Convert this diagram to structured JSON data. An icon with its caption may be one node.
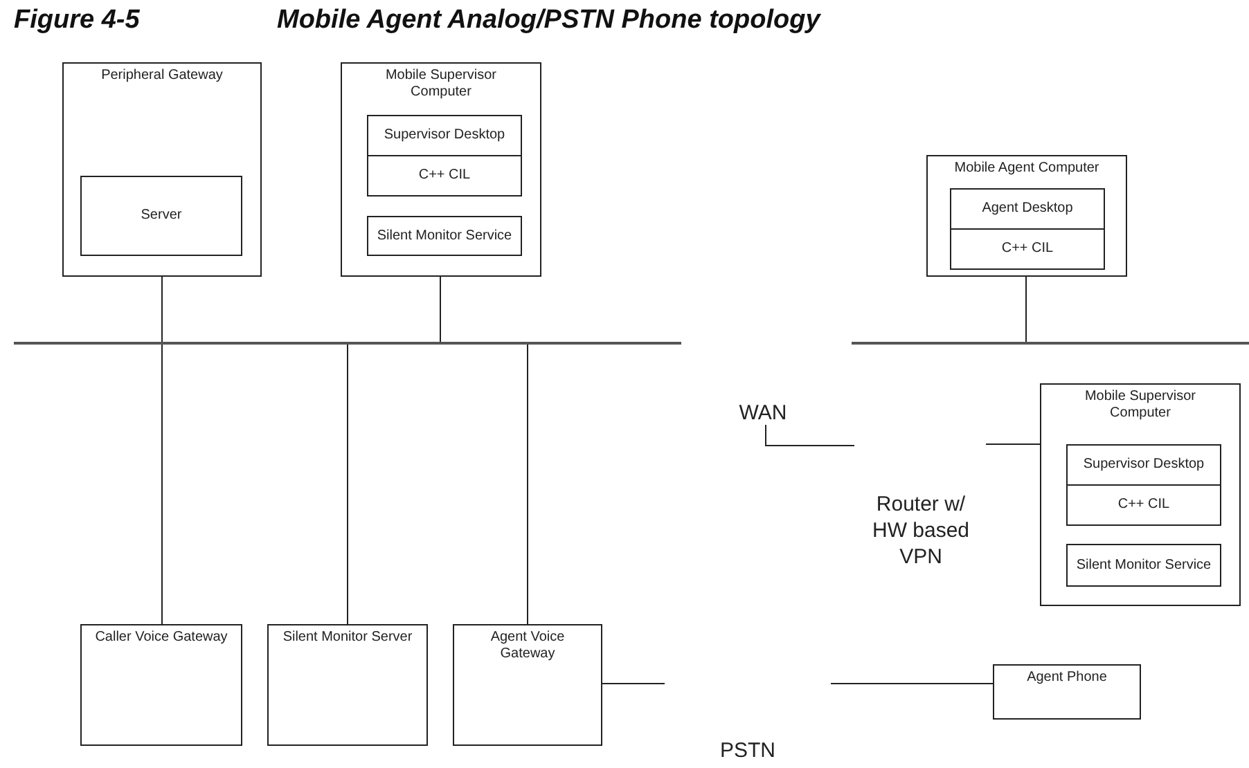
{
  "diagram": {
    "title": "Mobile Agent Analog/PSTN Phone topology",
    "nodes": [
      {
        "text": [
          "Peripheral Gateway"
        ]
      },
      {
        "text": [
          "Server"
        ],
        "in": 0
      },
      {
        "text": [
          "Mobile Supervisor Computer"
        ]
      },
      {
        "text": [
          "Supervisor Desktop"
        ],
        "in": 2
      },
      {
        "text": [
          "C++ CIL"
        ],
        "in": 2
      },
      {
        "text": [
          "Silent Monitor Service"
        ],
        "in": 2
      },
      {
        "text": [
          "Mobile Agent Computer"
        ]
      },
      {
        "text": [
          "Agent Desktop"
        ],
        "in": 6
      },
      {
        "text": [
          "C++ CIL"
        ],
        "in": 6
      },
      {
        "text": [],
        "shape": "bar"
      },
      {
        "text": [],
        "shape": "bar"
      },
      {
        "text": [
          "WAN"
        ]
      },
      {
        "text": [
          "Mobile Supervisor Computer"
        ]
      },
      {
        "text": [
          "Supervisor Desktop"
        ],
        "in": 12
      },
      {
        "text": [
          "C++ CIL"
        ],
        "in": 12
      },
      {
        "text": [
          "Silent Monitor Service"
        ],
        "in": 12
      },
      {
        "text": [
          "Caller Voice Gateway"
        ]
      },
      {
        "text": [
          "Silent Monitor Server"
        ]
      },
      {
        "text": [
          "Agent Voice Gateway"
        ]
      },
      {
        "text": [
          "Agent Phone"
        ]
      }
    ],
    "edges": [
      {
        "from": 0,
        "to": 9,
        "arrow": "none"
      },
      {
        "from": 2,
        "to": 9,
        "arrow": "none"
      },
      {
        "from": 8,
        "to": 10,
        "arrow": "none"
      },
      {
        "from": 9,
        "to": 16,
        "arrow": "none"
      },
      {
        "from": 9,
        "to": 17,
        "arrow": "none"
      },
      {
        "from": 9,
        "to": 18,
        "arrow": "none"
      },
      {
        "from": 11,
        "to": null,
        "arrow": "none"
      },
      {
        "from": null,
        "to": 12,
        "arrow": "none"
      },
      {
        "from": 18,
        "to": null,
        "arrow": "none"
      },
      {
        "from": null,
        "to": 19,
        "arrow": "none"
      }
    ],
    "labels": [
      "Figure 4-5",
      "Router w/ HW based VPN",
      "PSTN"
    ]
  }
}
